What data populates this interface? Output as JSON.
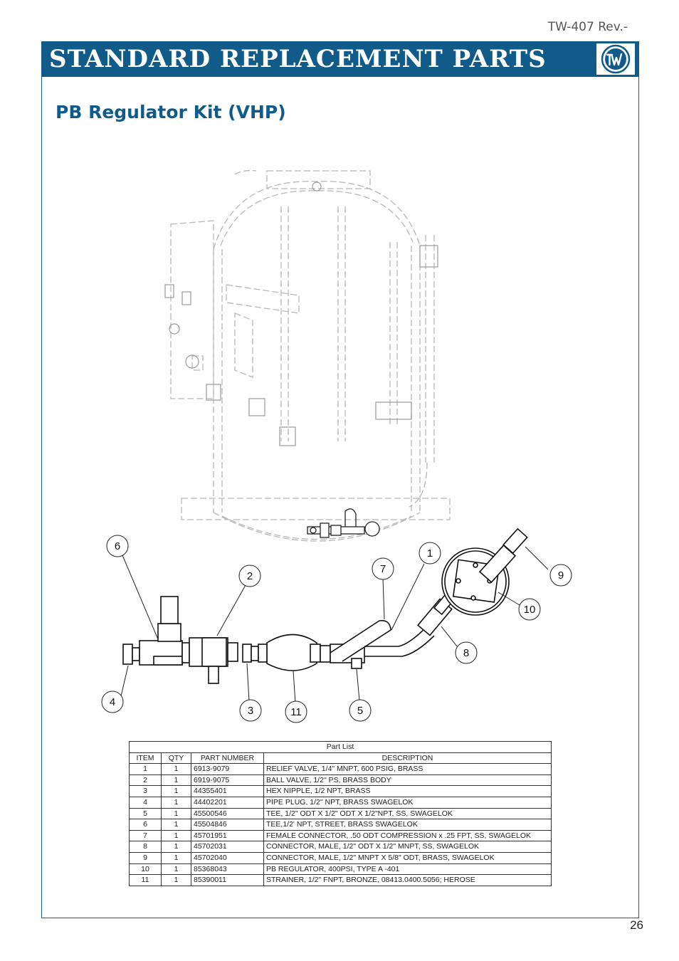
{
  "header": {
    "doc_id": "TW-407 Rev.-",
    "banner_title": "STANDARD REPLACEMENT PARTS",
    "subtitle": "PB Regulator Kit (VHP)",
    "logo_icon": "tw-logo-icon",
    "brand_color": "#115b8a"
  },
  "callouts": [
    "1",
    "2",
    "3",
    "4",
    "5",
    "6",
    "7",
    "8",
    "9",
    "10",
    "11"
  ],
  "parts_table": {
    "caption": "Part List",
    "columns": [
      "ITEM",
      "QTY",
      "PART NUMBER",
      "DESCRIPTION"
    ],
    "rows": [
      [
        "1",
        "1",
        "6913-9079",
        "RELIEF VALVE, 1/4\" MNPT, 600 PSIG, BRASS"
      ],
      [
        "2",
        "1",
        "6919-9075",
        "BALL VALVE, 1/2\" PS, BRASS BODY"
      ],
      [
        "3",
        "1",
        "44355401",
        "HEX NIPPLE, 1/2 NPT, BRASS"
      ],
      [
        "4",
        "1",
        "44402201",
        "PIPE PLUG, 1/2\" NPT, BRASS SWAGELOK"
      ],
      [
        "5",
        "1",
        "45500546",
        "TEE, 1/2\" ODT X 1/2\" ODT X 1/2\"NPT, SS, SWAGELOK"
      ],
      [
        "6",
        "1",
        "45504846",
        "TEE,1/2' NPT, STREET, BRASS SWAGELOK"
      ],
      [
        "7",
        "1",
        "45701951",
        "FEMALE CONNECTOR, .50 ODT COMPRESSION x .25 FPT, SS, SWAGELOK"
      ],
      [
        "8",
        "1",
        "45702031",
        "CONNECTOR, MALE, 1/2\" ODT X 1/2\" MNPT, SS, SWAGELOK"
      ],
      [
        "9",
        "1",
        "45702040",
        "CONNECTOR, MALE, 1/2\" MNPT X 5/8\" ODT, BRASS, SWAGELOK"
      ],
      [
        "10",
        "1",
        "85368043",
        "PB REGULATOR, 400PSI, TYPE A -401"
      ],
      [
        "11",
        "1",
        "85390011",
        "STRAINER, 1/2\" FNPT, BRONZE, 08413.0400.5056; HEROSE"
      ]
    ]
  },
  "page_number": "26"
}
